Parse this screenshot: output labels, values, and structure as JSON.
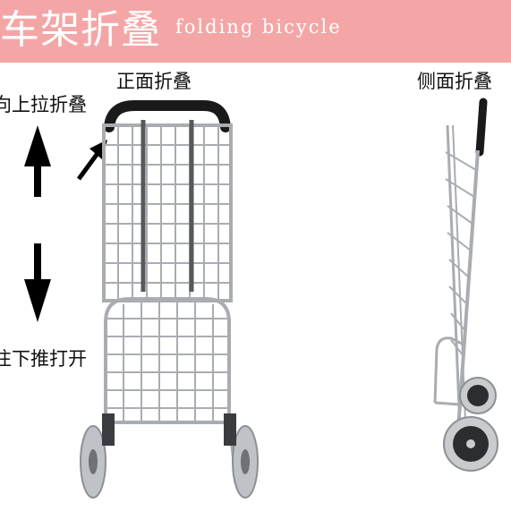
{
  "banner": {
    "title": "车架折叠",
    "subtitle": "folding bicycle",
    "background_color": "#f4a6a6"
  },
  "labels": {
    "front_fold": "正面折叠",
    "side_fold": "侧面折叠",
    "pull_up": "向上拉折叠",
    "push_down": "往下推打开"
  },
  "icons": {
    "up_arrow": "arrow-up-icon",
    "down_arrow": "arrow-down-icon",
    "pointer_arrow": "arrow-pointer-icon"
  }
}
